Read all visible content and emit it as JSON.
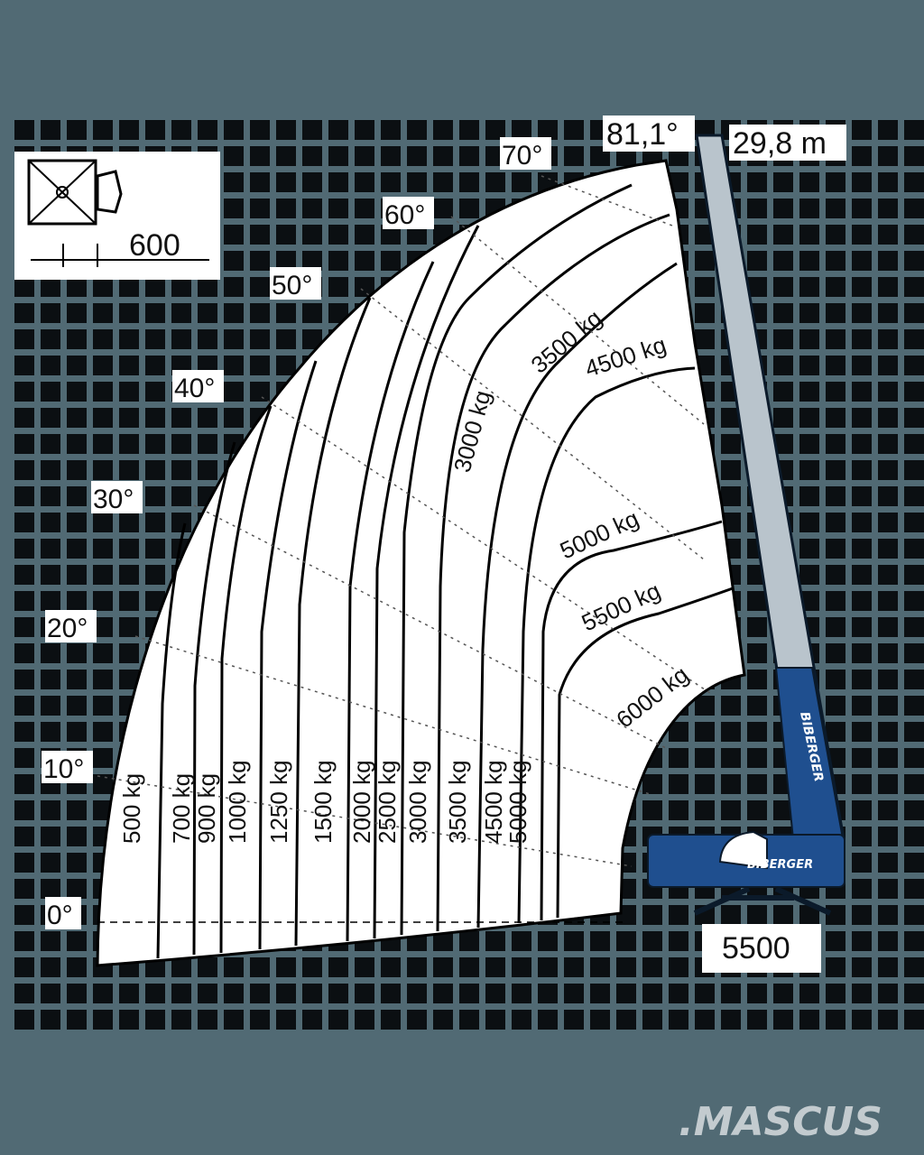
{
  "diagram": {
    "type": "load-chart",
    "max_angle_label": "81,1°",
    "max_height_label": "29,8 m",
    "platform_width_label": "600",
    "outrigger_label": "5500",
    "angles": [
      "0°",
      "10°",
      "20°",
      "30°",
      "40°",
      "50°",
      "60°",
      "70°"
    ],
    "vertical_loads": [
      "500 kg",
      "700 kg",
      "900 kg",
      "1000 kg",
      "1250 kg",
      "1500 kg",
      "2000 kg",
      "2500 kg",
      "3000 kg",
      "3500 kg",
      "4500 kg",
      "5000 kg"
    ],
    "upper_loads": [
      "3000 kg",
      "3500 kg",
      "4500 kg",
      "5000 kg",
      "5500 kg",
      "6000 kg"
    ],
    "brand_text": "BIBERGER",
    "watermark": ".MASCUS"
  },
  "colors": {
    "background": "#516a74",
    "grid": "#0b0f12",
    "envelope": "#ffffff",
    "machine": "#1f4f8f"
  }
}
